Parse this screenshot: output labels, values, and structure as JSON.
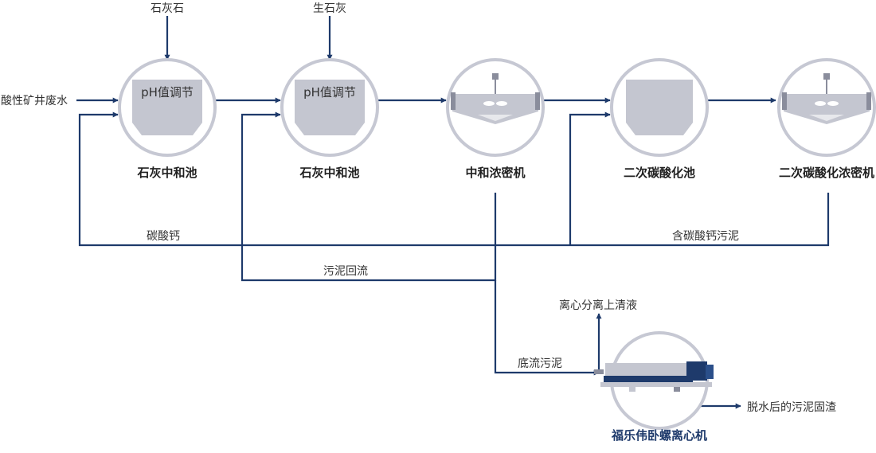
{
  "inputs": {
    "limestone": "石灰石",
    "quicklime": "生石灰",
    "acid_mine_water": "酸性矿井废水"
  },
  "stages": [
    {
      "label": "石灰中和池",
      "tank_text": "pH值调节"
    },
    {
      "label": "石灰中和池",
      "tank_text": "pH值调节"
    },
    {
      "label": "中和浓密机"
    },
    {
      "label": "二次碳酸化池"
    },
    {
      "label": "二次碳酸化浓密机"
    }
  ],
  "flows": {
    "calcium_carbonate": "碳酸钙",
    "carbonate_sludge": "含碳酸钙污泥",
    "sludge_return": "污泥回流",
    "underflow_sludge": "底流污泥",
    "centrate": "离心分离上清液",
    "dewatered_sludge": "脱水后的污泥固渣"
  },
  "centrifuge": {
    "label": "福乐伟卧螺离心机"
  },
  "colors": {
    "pipe": "#1e3a6b",
    "ring": "#c6c8d3",
    "tank": "#c4c6d0",
    "brand": "#1e3a6b"
  }
}
